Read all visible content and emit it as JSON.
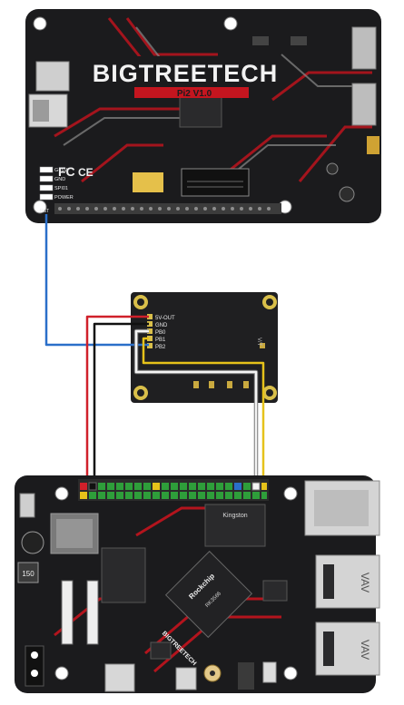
{
  "top_board": {
    "brand": "BIGTREETECH",
    "model": "Pi2 V1.0",
    "fc_mark": "FC",
    "ce_mark": "CE",
    "pins": [
      "G+5V",
      "GND",
      "SPI01",
      "POWER"
    ],
    "pin_right": "RST"
  },
  "adapter": {
    "pins": [
      "5V-OUT",
      "GND",
      "PB0",
      "PB1",
      "PB2"
    ],
    "side_label": "V/T"
  },
  "bottom_board": {
    "chip_brand": "Rockchip",
    "chip_model": "RK3566",
    "memory_brand": "Kingston",
    "side_brand": "BIGTREETECH",
    "cap_label": "150",
    "usb_marks": [
      "VAV",
      "VAV"
    ]
  },
  "wires": {
    "colors": {
      "blue": "#2a6fc9",
      "red": "#d0202a",
      "black": "#111111",
      "white": "#f4f4f4",
      "yellow": "#e6c21a"
    }
  }
}
